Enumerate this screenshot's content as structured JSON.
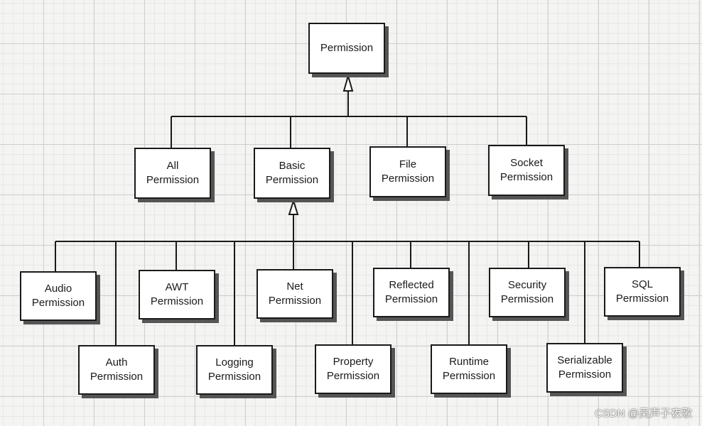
{
  "diagram": {
    "root": {
      "line1": "Permission",
      "line2": ""
    },
    "level2": [
      {
        "id": "all",
        "line1": "All",
        "line2": "Permission"
      },
      {
        "id": "basic",
        "line1": "Basic",
        "line2": "Permission"
      },
      {
        "id": "file",
        "line1": "File",
        "line2": "Permission"
      },
      {
        "id": "socket",
        "line1": "Socket",
        "line2": "Permission"
      }
    ],
    "level3": [
      {
        "id": "audio",
        "line1": "Audio",
        "line2": "Permission"
      },
      {
        "id": "auth",
        "line1": "Auth",
        "line2": "Permission"
      },
      {
        "id": "awt",
        "line1": "AWT",
        "line2": "Permission"
      },
      {
        "id": "logging",
        "line1": "Logging",
        "line2": "Permission"
      },
      {
        "id": "net",
        "line1": "Net",
        "line2": "Permission"
      },
      {
        "id": "property",
        "line1": "Property",
        "line2": "Permission"
      },
      {
        "id": "reflected",
        "line1": "Reflected",
        "line2": "Permission"
      },
      {
        "id": "runtime",
        "line1": "Runtime",
        "line2": "Permission"
      },
      {
        "id": "security",
        "line1": "Security",
        "line2": "Permission"
      },
      {
        "id": "serializable",
        "line1": "Serializable",
        "line2": "Permission"
      },
      {
        "id": "sql",
        "line1": "SQL",
        "line2": "Permission"
      }
    ]
  },
  "watermark": "CSDN @吴声子夜歌"
}
